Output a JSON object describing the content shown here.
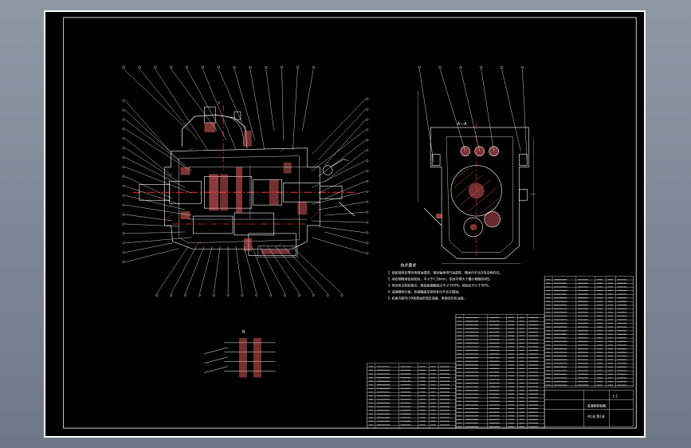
{
  "drawing": {
    "background": "#000000",
    "line_color": "#ffffff",
    "accent_color": "#ff2a2a",
    "hatch_color": "#ff6a6a"
  },
  "section_labels": {
    "main_view": "I",
    "side_view": "A—A",
    "detail_view": "B"
  },
  "technical_requirements": {
    "title": "技术要求",
    "items": [
      "1. 装配前所有零件用煤油清洗，滚动轴承用汽油清洗，箱体内不允许有杂物存在。",
      "2. 啮合侧隙用铅丝检验，不小于0.16mm，铅丝不得大于最小侧隙的4倍。",
      "3. 用涂色法检验斑点，按齿高接触斑点不小于40%，按齿长不小于50%。",
      "4. 减速器剖分面、各接触面及密封处均不允许漏油。",
      "5. 机座内装HJ-50润滑油至规定高度，表面涂灰色油漆。"
    ]
  },
  "title_block": {
    "drawing_title": "变速箱装配图",
    "scale": "1:2",
    "sheet": "共1张 第1张"
  }
}
